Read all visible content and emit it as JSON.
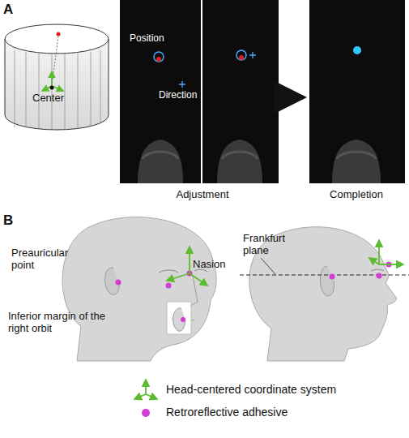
{
  "diagram": {
    "labels": [
      "A",
      "Center",
      "Position",
      "Direction",
      "Adjustment",
      "Completion",
      "B",
      "Preauricular point",
      "Nasion",
      "Inferior margin of the right orbit",
      "Frankfurt plane"
    ],
    "legend": [
      {
        "text": "Head-centered coordinate system"
      },
      {
        "text": "Retroreflective adhesive",
        "color": "#d63cd6"
      }
    ]
  }
}
